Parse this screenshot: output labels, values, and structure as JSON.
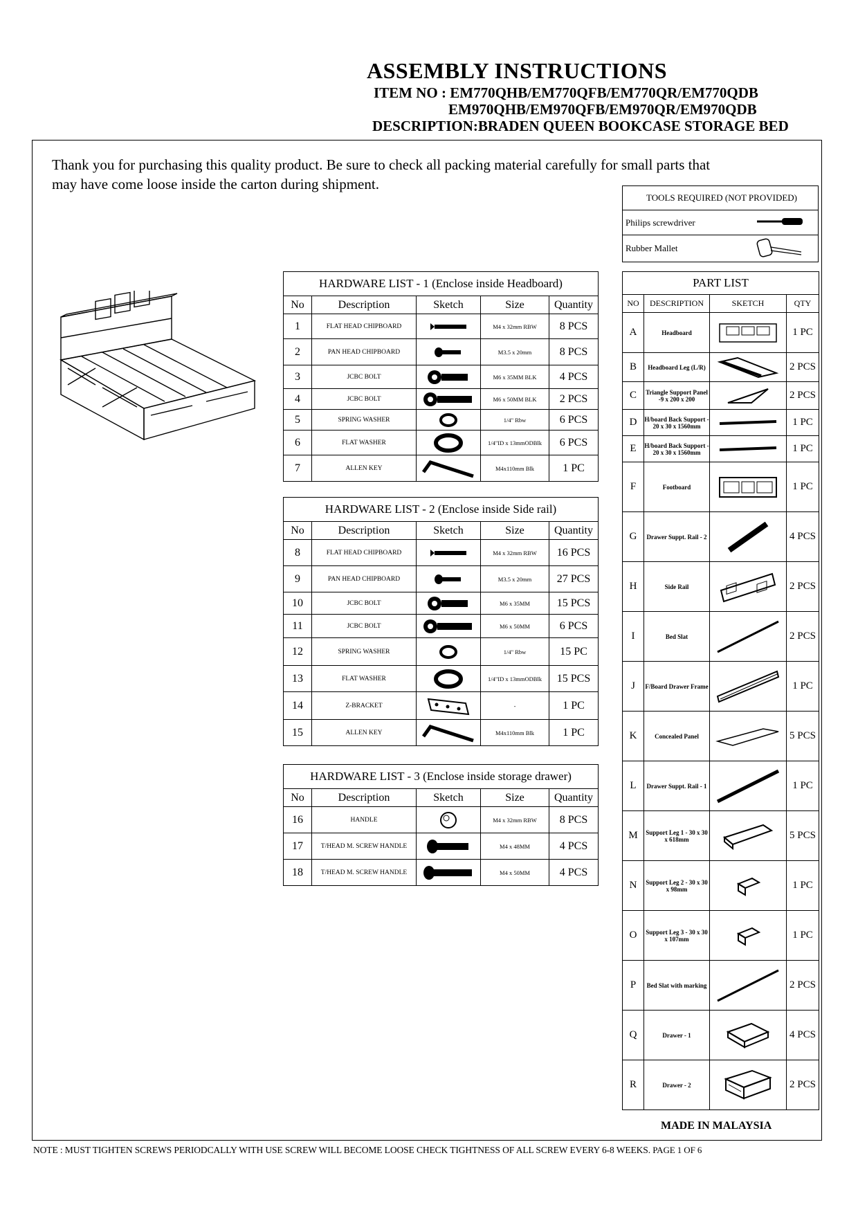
{
  "header": {
    "title": "ASSEMBLY INSTRUCTIONS",
    "item_line1": "ITEM NO :  EM770QHB/EM770QFB/EM770QR/EM770QDB",
    "item_line2": "EM970QHB/EM970QFB/EM970QR/EM970QDB",
    "description": "DESCRIPTION:BRADEN QUEEN BOOKCASE STORAGE BED"
  },
  "intro_text": "Thank you for purchasing this quality product. Be sure to check all packing material carefully for small parts that may have come loose inside the carton during shipment.",
  "tools": {
    "caption": "TOOLS REQUIRED (NOT PROVIDED)",
    "items": [
      {
        "label": "Philips screwdriver",
        "icon": "screwdriver-icon"
      },
      {
        "label": "Rubber Mallet",
        "icon": "mallet-icon"
      }
    ]
  },
  "columns": {
    "no": "No",
    "description": "Description",
    "sketch": "Sketch",
    "size": "Size",
    "quantity": "Quantity"
  },
  "hardware_list_1": {
    "caption": "HARDWARE LIST - 1 (Enclose inside Headboard)",
    "rows": [
      {
        "no": "1",
        "description": "FLAT HEAD CHIPBOARD",
        "size": "M4 x 32mm RBW",
        "qty": "8 PCS",
        "icon": "flat-head-screw-icon"
      },
      {
        "no": "2",
        "description": "PAN HEAD CHIPBOARD",
        "size": "M3.5 x 20mm",
        "qty": "8 PCS",
        "icon": "pan-head-screw-icon"
      },
      {
        "no": "3",
        "description": "JCBC BOLT",
        "size": "M6 x 35MM BLK",
        "qty": "4 PCS",
        "icon": "bolt-icon"
      },
      {
        "no": "4",
        "description": "JCBC BOLT",
        "size": "M6 x 50MM BLK",
        "qty": "2 PCS",
        "icon": "bolt-long-icon"
      },
      {
        "no": "5",
        "description": "SPRING WASHER",
        "size": "1/4\" Rbw",
        "qty": "6 PCS",
        "icon": "spring-washer-icon"
      },
      {
        "no": "6",
        "description": "FLAT WASHER",
        "size": "1/4\"ID x 13mmODBlk",
        "qty": "6 PCS",
        "icon": "flat-washer-icon"
      },
      {
        "no": "7",
        "description": "ALLEN KEY",
        "size": "M4x110mm Blk",
        "qty": "1 PC",
        "icon": "allen-key-icon"
      }
    ]
  },
  "hardware_list_2": {
    "caption": "HARDWARE LIST - 2 (Enclose inside Side rail)",
    "rows": [
      {
        "no": "8",
        "description": "FLAT HEAD CHIPBOARD",
        "size": "M4 x 32mm RBW",
        "qty": "16 PCS",
        "icon": "flat-head-screw-icon"
      },
      {
        "no": "9",
        "description": "PAN HEAD CHIPBOARD",
        "size": "M3.5 x 20mm",
        "qty": "27 PCS",
        "icon": "pan-head-screw-icon"
      },
      {
        "no": "10",
        "description": "JCBC BOLT",
        "size": "M6 x 35MM",
        "qty": "15 PCS",
        "icon": "bolt-icon"
      },
      {
        "no": "11",
        "description": "JCBC BOLT",
        "size": "M6 x 50MM",
        "qty": "6 PCS",
        "icon": "bolt-long-icon"
      },
      {
        "no": "12",
        "description": "SPRING WASHER",
        "size": "1/4\" Rbw",
        "qty": "15 PC",
        "icon": "spring-washer-icon"
      },
      {
        "no": "13",
        "description": "FLAT WASHER",
        "size": "1/4\"ID x 13mmODBlk",
        "qty": "15 PCS",
        "icon": "flat-washer-icon"
      },
      {
        "no": "14",
        "description": "Z-BRACKET",
        "size": "-",
        "qty": "1 PC",
        "icon": "z-bracket-icon"
      },
      {
        "no": "15",
        "description": "ALLEN KEY",
        "size": "M4x110mm Blk",
        "qty": "1 PC",
        "icon": "allen-key-icon"
      }
    ]
  },
  "hardware_list_3": {
    "caption": "HARDWARE LIST - 3 (Enclose inside storage drawer)",
    "rows": [
      {
        "no": "16",
        "description": "HANDLE",
        "size": "M4 x 32mm RBW",
        "qty": "8 PCS",
        "icon": "knob-handle-icon"
      },
      {
        "no": "17",
        "description": "T/HEAD M. SCREW HANDLE",
        "size": "M4 x 48MM",
        "qty": "4 PCS",
        "icon": "machine-screw-icon"
      },
      {
        "no": "18",
        "description": "T/HEAD M. SCREW HANDLE",
        "size": "M4 x 50MM",
        "qty": "4 PCS",
        "icon": "machine-screw-long-icon"
      }
    ]
  },
  "part_list": {
    "caption": "PART LIST",
    "col_no": "NO",
    "col_description": "DESCRIPTION",
    "col_sketch": "SKETCH",
    "col_qty": "QTY",
    "rows": [
      {
        "no": "A",
        "description": "Headboard",
        "qty": "1 PC",
        "icon": "headboard-icon"
      },
      {
        "no": "B",
        "description": "Headboard Leg (L/R)",
        "qty": "2 PCS",
        "icon": "headboard-leg-icon"
      },
      {
        "no": "C",
        "description": "Triangle Support Panel -9 x 200 x 200",
        "qty": "2 PCS",
        "icon": "triangle-panel-icon"
      },
      {
        "no": "D",
        "description": "H/board Back Support - 20 x 30 x 1560mm",
        "qty": "1 PC",
        "icon": "back-support-icon"
      },
      {
        "no": "E",
        "description": "H/board Back Support - 20 x 30 x 1560mm",
        "qty": "1 PC",
        "icon": "back-support-icon"
      },
      {
        "no": "F",
        "description": "Footboard",
        "qty": "1 PC",
        "icon": "footboard-icon"
      },
      {
        "no": "G",
        "description": "Drawer Suppt. Rail - 2",
        "qty": "4 PCS",
        "icon": "support-rail-icon"
      },
      {
        "no": "H",
        "description": "Side Rail",
        "qty": "2 PCS",
        "icon": "side-rail-icon"
      },
      {
        "no": "I",
        "description": "Bed Slat",
        "qty": "2 PCS",
        "icon": "bed-slat-icon"
      },
      {
        "no": "J",
        "description": "F/Board Drawer Frame",
        "qty": "1 PC",
        "icon": "drawer-frame-icon"
      },
      {
        "no": "K",
        "description": "Concealed Panel",
        "qty": "5 PCS",
        "icon": "panel-icon"
      },
      {
        "no": "L",
        "description": "Drawer Suppt. Rail - 1",
        "qty": "1 PC",
        "icon": "support-rail-long-icon"
      },
      {
        "no": "M",
        "description": "Support Leg 1 - 30 x 30 x 618mm",
        "qty": "5 PCS",
        "icon": "support-leg-long-icon"
      },
      {
        "no": "N",
        "description": "Support Leg 2 - 30 x 30 x 98mm",
        "qty": "1 PC",
        "icon": "support-leg-short-icon"
      },
      {
        "no": "O",
        "description": "Support Leg 3 - 30 x 30 x 107mm",
        "qty": "1 PC",
        "icon": "support-leg-short-icon"
      },
      {
        "no": "P",
        "description": "Bed Slat with marking",
        "qty": "2 PCS",
        "icon": "bed-slat-icon"
      },
      {
        "no": "Q",
        "description": "Drawer - 1",
        "qty": "4 PCS",
        "icon": "drawer-icon"
      },
      {
        "no": "R",
        "description": "Drawer - 2",
        "qty": "2 PCS",
        "icon": "drawer-large-icon"
      }
    ]
  },
  "made_in": "MADE IN MALAYSIA",
  "footer_note": "NOTE : MUST TIGHTEN SCREWS PERIODCALLY WITH USE SCREW WILL BECOME LOOSE CHECK TIGHTNESS OF ALL SCREW EVERY 6-8 WEEKS.",
  "page_label": "PAGE 1 OF 6"
}
